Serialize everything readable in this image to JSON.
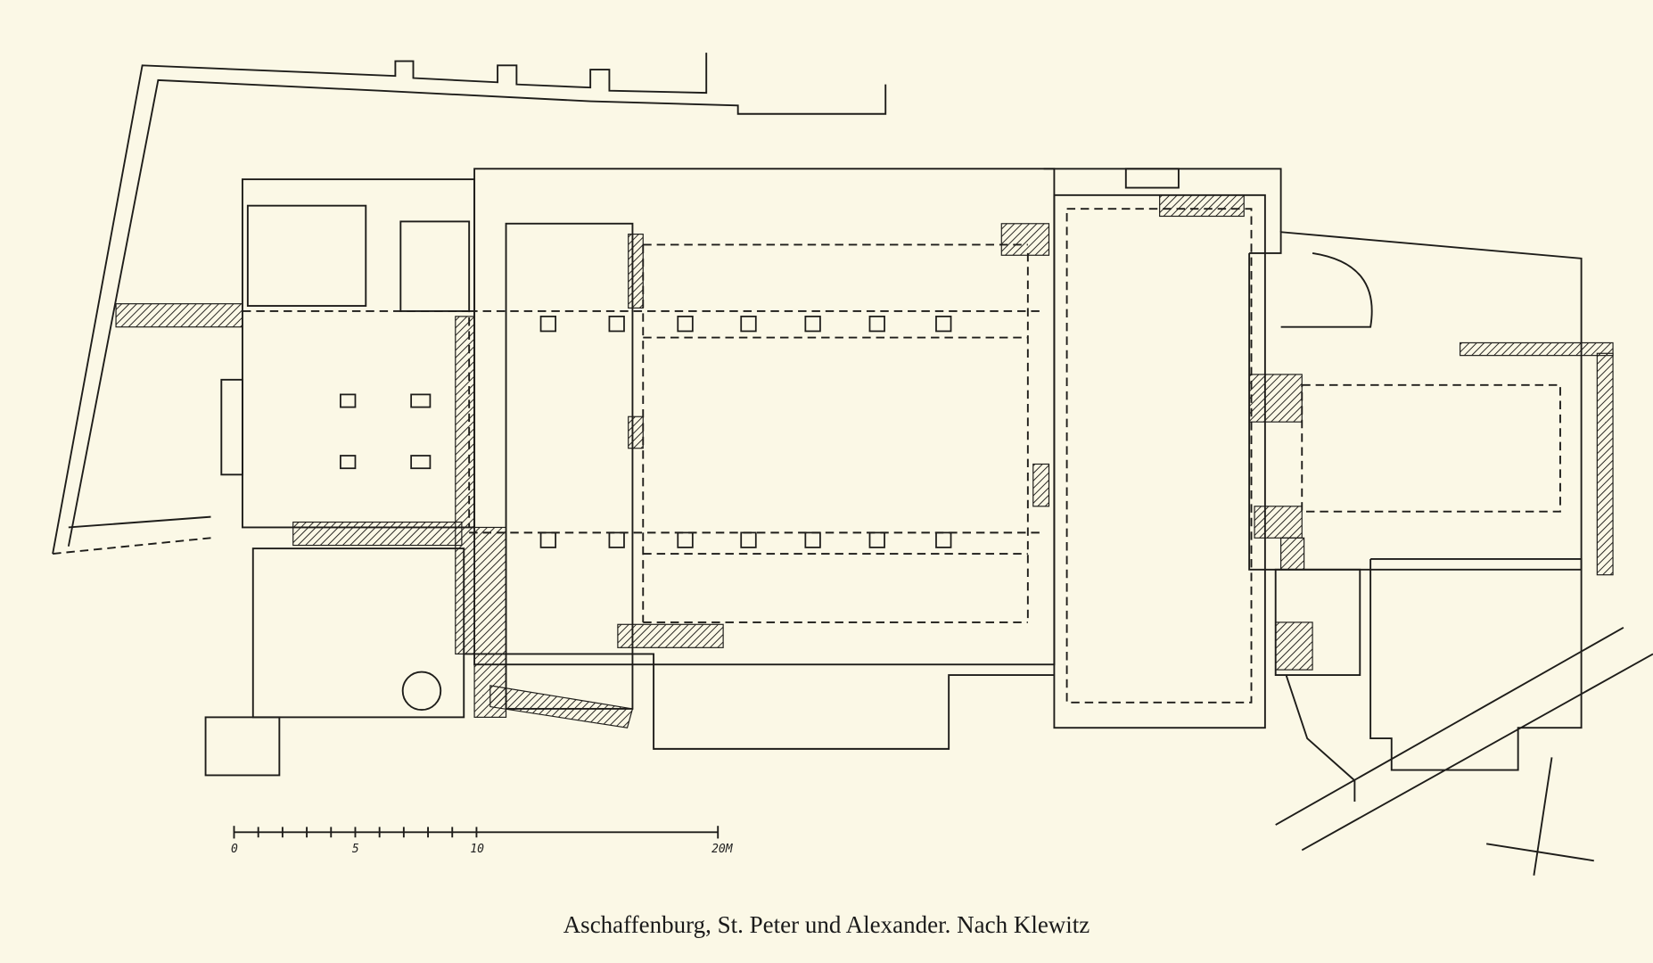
{
  "caption": "Aschaffenburg, St. Peter und Alexander. Nach Klewitz",
  "scale_bar": {
    "labels": [
      "0",
      "5",
      "10",
      "20M"
    ],
    "unit": "M",
    "max": 20
  },
  "colors": {
    "paper": "#fbf8e6",
    "ink": "#1e1d1a"
  }
}
